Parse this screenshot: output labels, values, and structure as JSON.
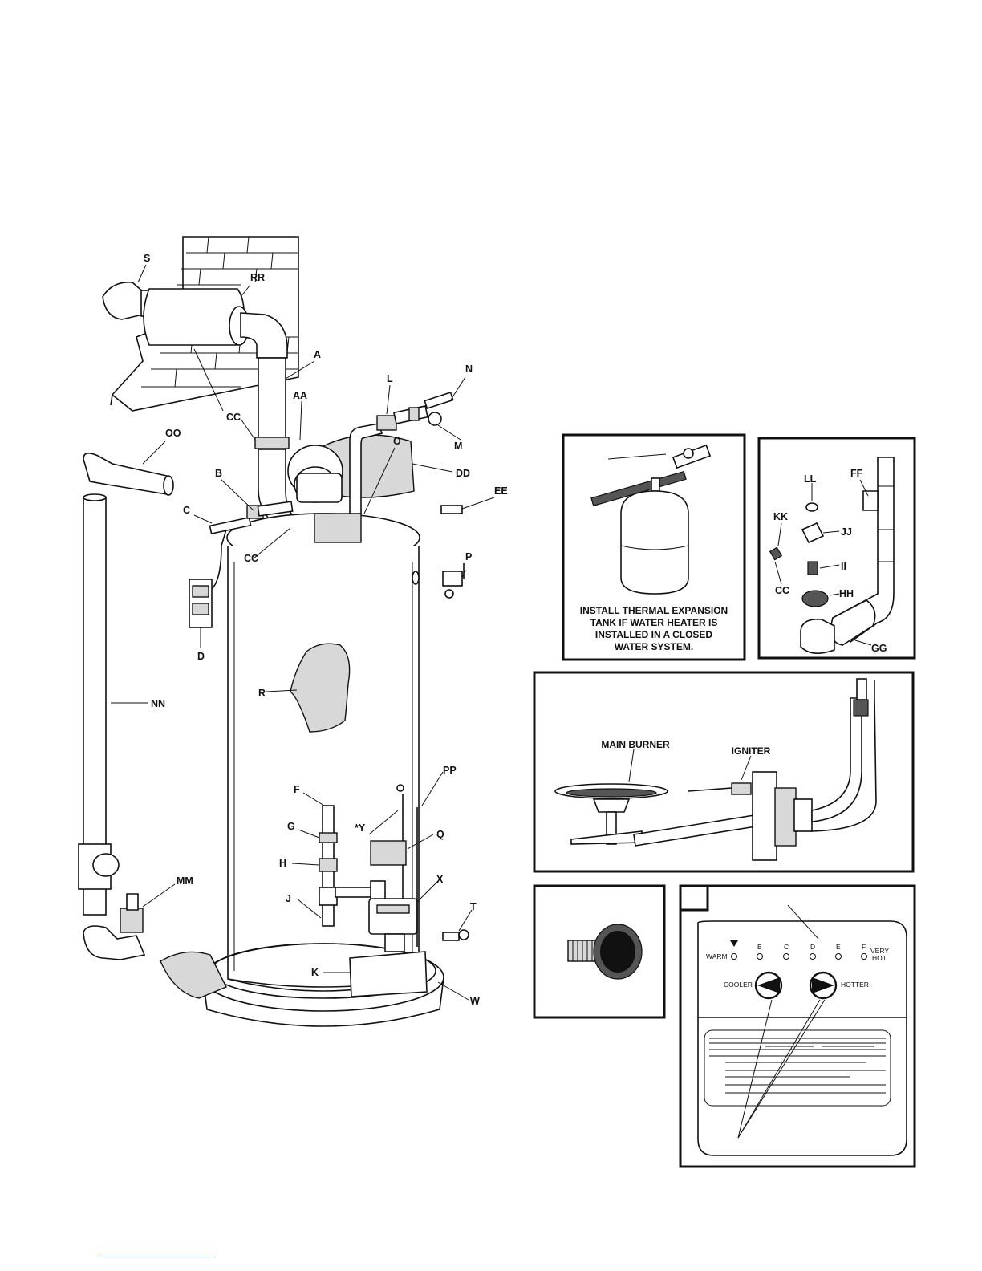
{
  "main_diagram": {
    "labels": [
      "S",
      "RR",
      "A",
      "AA",
      "CC",
      "CC",
      "OO",
      "B",
      "C",
      "CC",
      "D",
      "NN",
      "L",
      "N",
      "M",
      "O",
      "DD",
      "EE",
      "P",
      "R",
      "F",
      "G",
      "H",
      "J",
      "*Y",
      "PP",
      "Q",
      "X",
      "T",
      "K",
      "W",
      "MM"
    ]
  },
  "expansion_tank_panel": {
    "caption_lines": [
      "INSTALL THERMAL EXPANSION",
      "TANK IF WATER HEATER IS",
      "INSTALLED IN A CLOSED",
      "WATER SYSTEM."
    ]
  },
  "vent_parts_panel": {
    "labels": [
      "FF",
      "LL",
      "KK",
      "JJ",
      "II",
      "CC",
      "HH",
      "GG"
    ]
  },
  "burner_panel": {
    "labels": [
      "MAIN BURNER",
      "IGNITER"
    ]
  },
  "control_panel": {
    "settings": [
      "WARM",
      "B",
      "C",
      "D",
      "E",
      "F",
      "VERY",
      "HOT"
    ],
    "cooler_label": "COOLER",
    "hotter_label": "HOTTER"
  }
}
